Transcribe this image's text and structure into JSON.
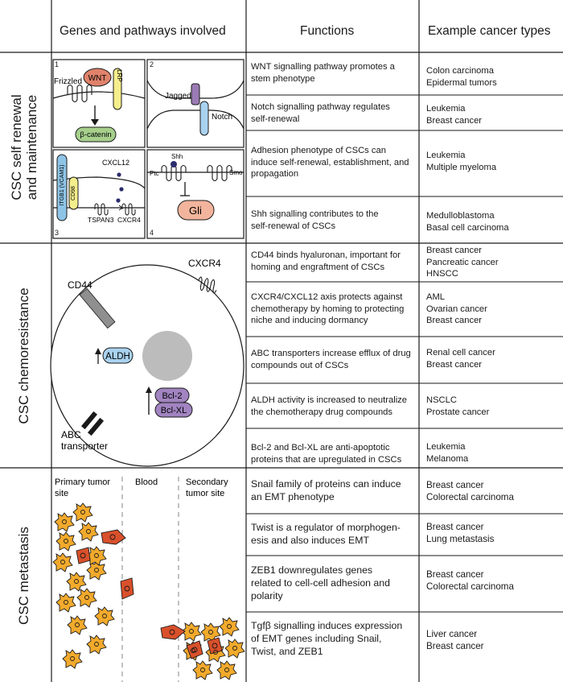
{
  "headers": {
    "genes": "Genes and pathways involved",
    "functions": "Functions",
    "cancers": "Example cancer types"
  },
  "sections": [
    {
      "label_line1": "CSC self renewal",
      "label_line2": "and maintenance"
    },
    {
      "label_line1": "CSC chemoresistance",
      "label_line2": ""
    },
    {
      "label_line1": "CSC metastasis",
      "label_line2": ""
    }
  ],
  "rows": [
    {
      "function": [
        "WNT signalling pathway promotes a",
        "stem phenotype"
      ],
      "cancers": [
        "Colon carcinoma",
        "Epidermal tumors"
      ]
    },
    {
      "function": [
        "Notch signalling pathway regulates",
        "self-renewal"
      ],
      "cancers": [
        "Leukemia",
        "Breast cancer"
      ]
    },
    {
      "function": [
        "Adhesion phenotype of CSCs can",
        "induce self-renewal, establishment, and",
        "propagation"
      ],
      "cancers": [
        "Leukemia",
        "Multiple myeloma"
      ]
    },
    {
      "function": [
        "Shh signalling contributes to the",
        "self-renewal of CSCs"
      ],
      "cancers": [
        "Medulloblastoma",
        "Basal cell carcinoma"
      ]
    },
    {
      "function": [
        "CD44 binds hyaluronan, important for",
        "homing and engraftment of CSCs"
      ],
      "cancers": [
        "Breast cancer",
        "Pancreatic cancer",
        "HNSCC"
      ]
    },
    {
      "function": [
        "CXCR4/CXCL12 axis protects against",
        "chemotherapy by homing to protecting",
        "niche and inducing dormancy"
      ],
      "cancers": [
        "AML",
        "Ovarian cancer",
        "Breast cancer"
      ]
    },
    {
      "function": [
        "ABC transporters increase efflux of drug",
        "compounds out of CSCs"
      ],
      "cancers": [
        "Renal cell cancer",
        "Breast cancer"
      ]
    },
    {
      "function": [
        "ALDH activity is increased to neutralize",
        "the chemotherapy drug compounds"
      ],
      "cancers": [
        "NSCLC",
        "Prostate cancer"
      ]
    },
    {
      "function": [
        "Bcl-2 and Bcl-XL are anti-apoptotic",
        "proteins that are upregulated in CSCs"
      ],
      "cancers": [
        "Leukemia",
        "Melanoma"
      ]
    },
    {
      "function": [
        "Snail family of proteins can induce",
        "an EMT phenotype"
      ],
      "cancers": [
        "Breast cancer",
        "Colorectal carcinoma"
      ]
    },
    {
      "function": [
        "Twist is a regulator of morphogen-",
        "esis and also induces EMT"
      ],
      "cancers": [
        "Breast cancer",
        "Lung metastasis"
      ]
    },
    {
      "function": [
        "ZEB1 downregulates genes",
        "related to cell-cell adhesion and",
        "polarity"
      ],
      "cancers": [
        "Breast cancer",
        "Colorectal carcinoma"
      ]
    },
    {
      "function": [
        "Tgfβ signalling induces expression",
        "of EMT genes including Snail,",
        "Twist, and ZEB1"
      ],
      "cancers": [
        "Liver cancer",
        "Breast cancer"
      ]
    }
  ],
  "diagram_labels": {
    "panel_numbers": [
      "1",
      "2",
      "3",
      "4"
    ],
    "frizzled": "Frizzled",
    "wnt": "WNT",
    "lrp": "LRP",
    "beta_catenin": "β-catenin",
    "jagged": "Jagged",
    "notch": "Notch",
    "cxcl12": "CXCL12",
    "itgb1": "ITGB1",
    "vcam1": "VCAM1",
    "cd98": "CD98",
    "tspan3": "TSPAN3",
    "cxcr4": "CXCR4",
    "shh": "Shh",
    "ptc": "Ptc",
    "smo": "Smo",
    "gli": "Gli",
    "cd44": "CD44",
    "cxcr4_cell": "CXCR4",
    "aldh": "ALDH",
    "bcl2": "Bcl-2",
    "bclxl": "Bcl-XL",
    "abc_line1": "ABC",
    "abc_line2": "transporter",
    "primary_line1": "Primary tumor",
    "primary_line2": "site",
    "blood": "Blood",
    "secondary_line1": "Secondary",
    "secondary_line2": "tumor site"
  },
  "colors": {
    "wnt": "#e0826b",
    "lrp": "#f5ee8c",
    "beta_catenin": "#a6cf8c",
    "jagged": "#9b7bb5",
    "notch": "#a9d2ef",
    "integrin": "#8ec4e6",
    "cd98": "#f5ee8c",
    "gli": "#f2b49c",
    "aldh": "#a9d2ef",
    "bcl": "#a184c0",
    "tumor_cell": "#f2aa2c",
    "migrating_cell": "#d9502b",
    "ligand_dot": "#2b2c6b"
  }
}
